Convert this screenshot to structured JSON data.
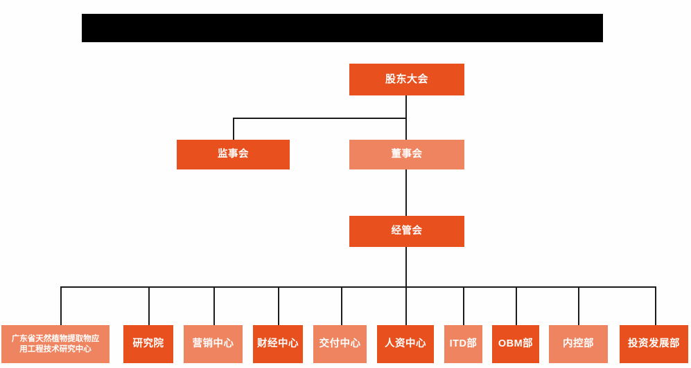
{
  "chart_meta": {
    "title_bar": "",
    "colors": {
      "primary_dark": "#E8501E",
      "primary_light": "#EF8560",
      "banner": "#000000",
      "connector": "#1a1a1a",
      "background": "#fefefe",
      "text": "#ffffff"
    }
  },
  "nodes": {
    "shareholders_meeting": "股东大会",
    "board_of_supervisors": "监事会",
    "board_of_directors": "董事会",
    "management_committee": "经管会"
  },
  "departments": [
    {
      "label": "广东省天然植物提取物应用工程技术研究中心",
      "line1": "广东省天然植物提取物应",
      "line2": "用工程技术研究中心",
      "shade": "light"
    },
    {
      "label": "研究院",
      "shade": "dark"
    },
    {
      "label": "营销中心",
      "shade": "light"
    },
    {
      "label": "财经中心",
      "shade": "dark"
    },
    {
      "label": "交付中心",
      "shade": "light"
    },
    {
      "label": "人资中心",
      "shade": "dark"
    },
    {
      "label": "ITD部",
      "shade": "light"
    },
    {
      "label": "OBM部",
      "shade": "dark"
    },
    {
      "label": "内控部",
      "shade": "light"
    },
    {
      "label": "投资发展部",
      "shade": "dark"
    }
  ]
}
